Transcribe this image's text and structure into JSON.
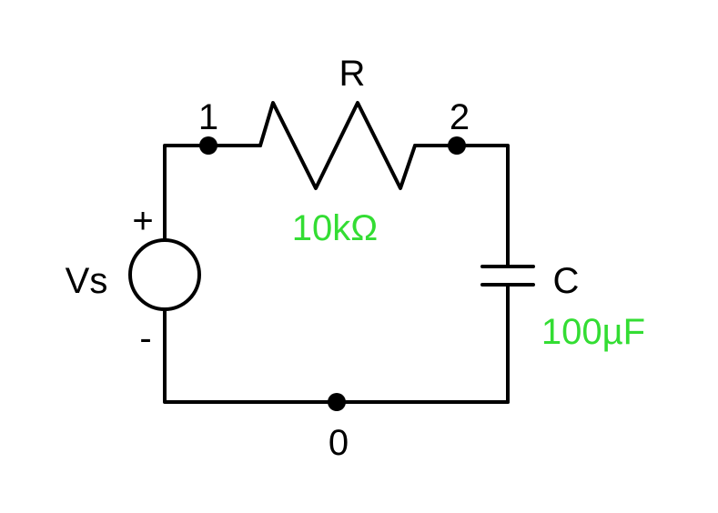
{
  "circuit": {
    "colors": {
      "wire": "#000000",
      "value_text": "#33dd33",
      "background": "#ffffff"
    },
    "nodes": {
      "n1": "1",
      "n2": "2",
      "n0": "0"
    },
    "source": {
      "name": "Vs",
      "plus": "+",
      "minus": "-"
    },
    "resistor": {
      "name": "R",
      "value": "10kΩ"
    },
    "capacitor": {
      "name": "C",
      "value": "100µF"
    }
  }
}
